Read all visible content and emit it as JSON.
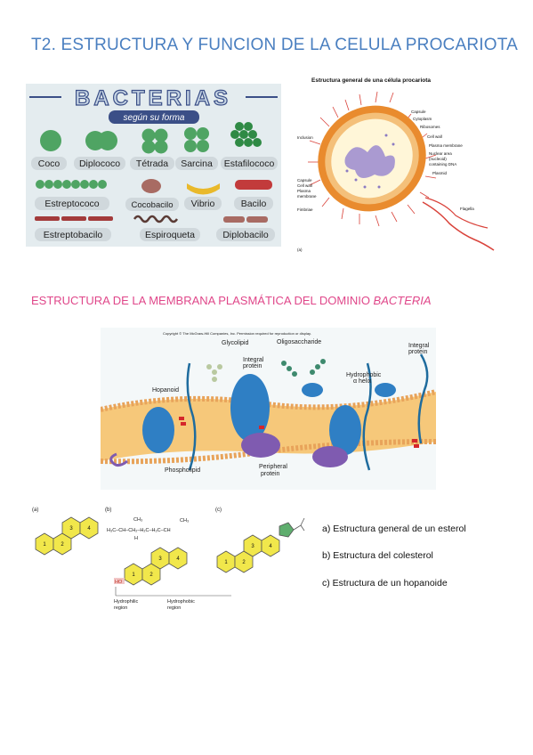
{
  "title": "T2. ESTRUCTURA Y FUNCION DE LA CELULA PROCARIOTA",
  "bacteria_panel": {
    "heading": "BACTERIAS",
    "subheading": "según su forma",
    "shapes": [
      "Coco",
      "Diplococo",
      "Tétrada",
      "Sarcina",
      "Estafilococo",
      "Estreptococo",
      "Cocobacilo",
      "Vibrio",
      "Bacilo",
      "Estreptobacilo",
      "Espiroqueta",
      "Diplobacilo"
    ]
  },
  "cell_diagram": {
    "title": "Estructura general de una célula procariota",
    "labels_right": [
      "Capsule",
      "Cytoplasm",
      "Ribosomes",
      "Cell wall",
      "Plasma membrane",
      "Nuclear area",
      "(nucleoid)",
      "containing DNA",
      "Plasmid",
      "Flagella"
    ],
    "labels_left": [
      "Inclusion",
      "Capsule",
      "Cell wall",
      "Plasma",
      "membrane",
      "Fimbriae"
    ],
    "panel_letter": "(a)"
  },
  "section2": {
    "text": "ESTRUCTURA DE LA MEMBRANA PLASMÁTICA DEL DOMINIO ",
    "italic": "BACTERIA"
  },
  "membrane": {
    "copyright": "Copyright © The McGraw-Hill Companies, Inc. Permission required for reproduction or display.",
    "labels": {
      "glycolipid": "Glycolipid",
      "oligo": "Oligosaccharide",
      "integral1": "Integral",
      "integral1b": "protein",
      "integral2": "Integral",
      "integral2b": "protein",
      "hopanoid": "Hopanoid",
      "hydrophobic": "Hydrophobic",
      "alpha": "α helix",
      "phospholipid": "Phospholipid",
      "peripheral": "Peripheral",
      "peripheral_b": "protein"
    }
  },
  "sterol": {
    "a": "(a)",
    "b": "(b)",
    "c": "(c)",
    "chain_top": "CH₃",
    "chain": "H₃C–CH–CH₂–H₂C–H₂C–CH",
    "chain_h": "H",
    "chain_ch3": "CH₃",
    "ho": "HO",
    "hydrophilic": "Hydrophilic",
    "region": "region",
    "hydrophobic": "Hydrophobic",
    "region2": "region",
    "ch3": "CH₃",
    "ring_nums": [
      "1",
      "2",
      "3",
      "4"
    ]
  },
  "captions": [
    "a) Estructura general de un esterol",
    "b) Estructura del colesterol",
    "c) Estructura de un hopanoide"
  ]
}
